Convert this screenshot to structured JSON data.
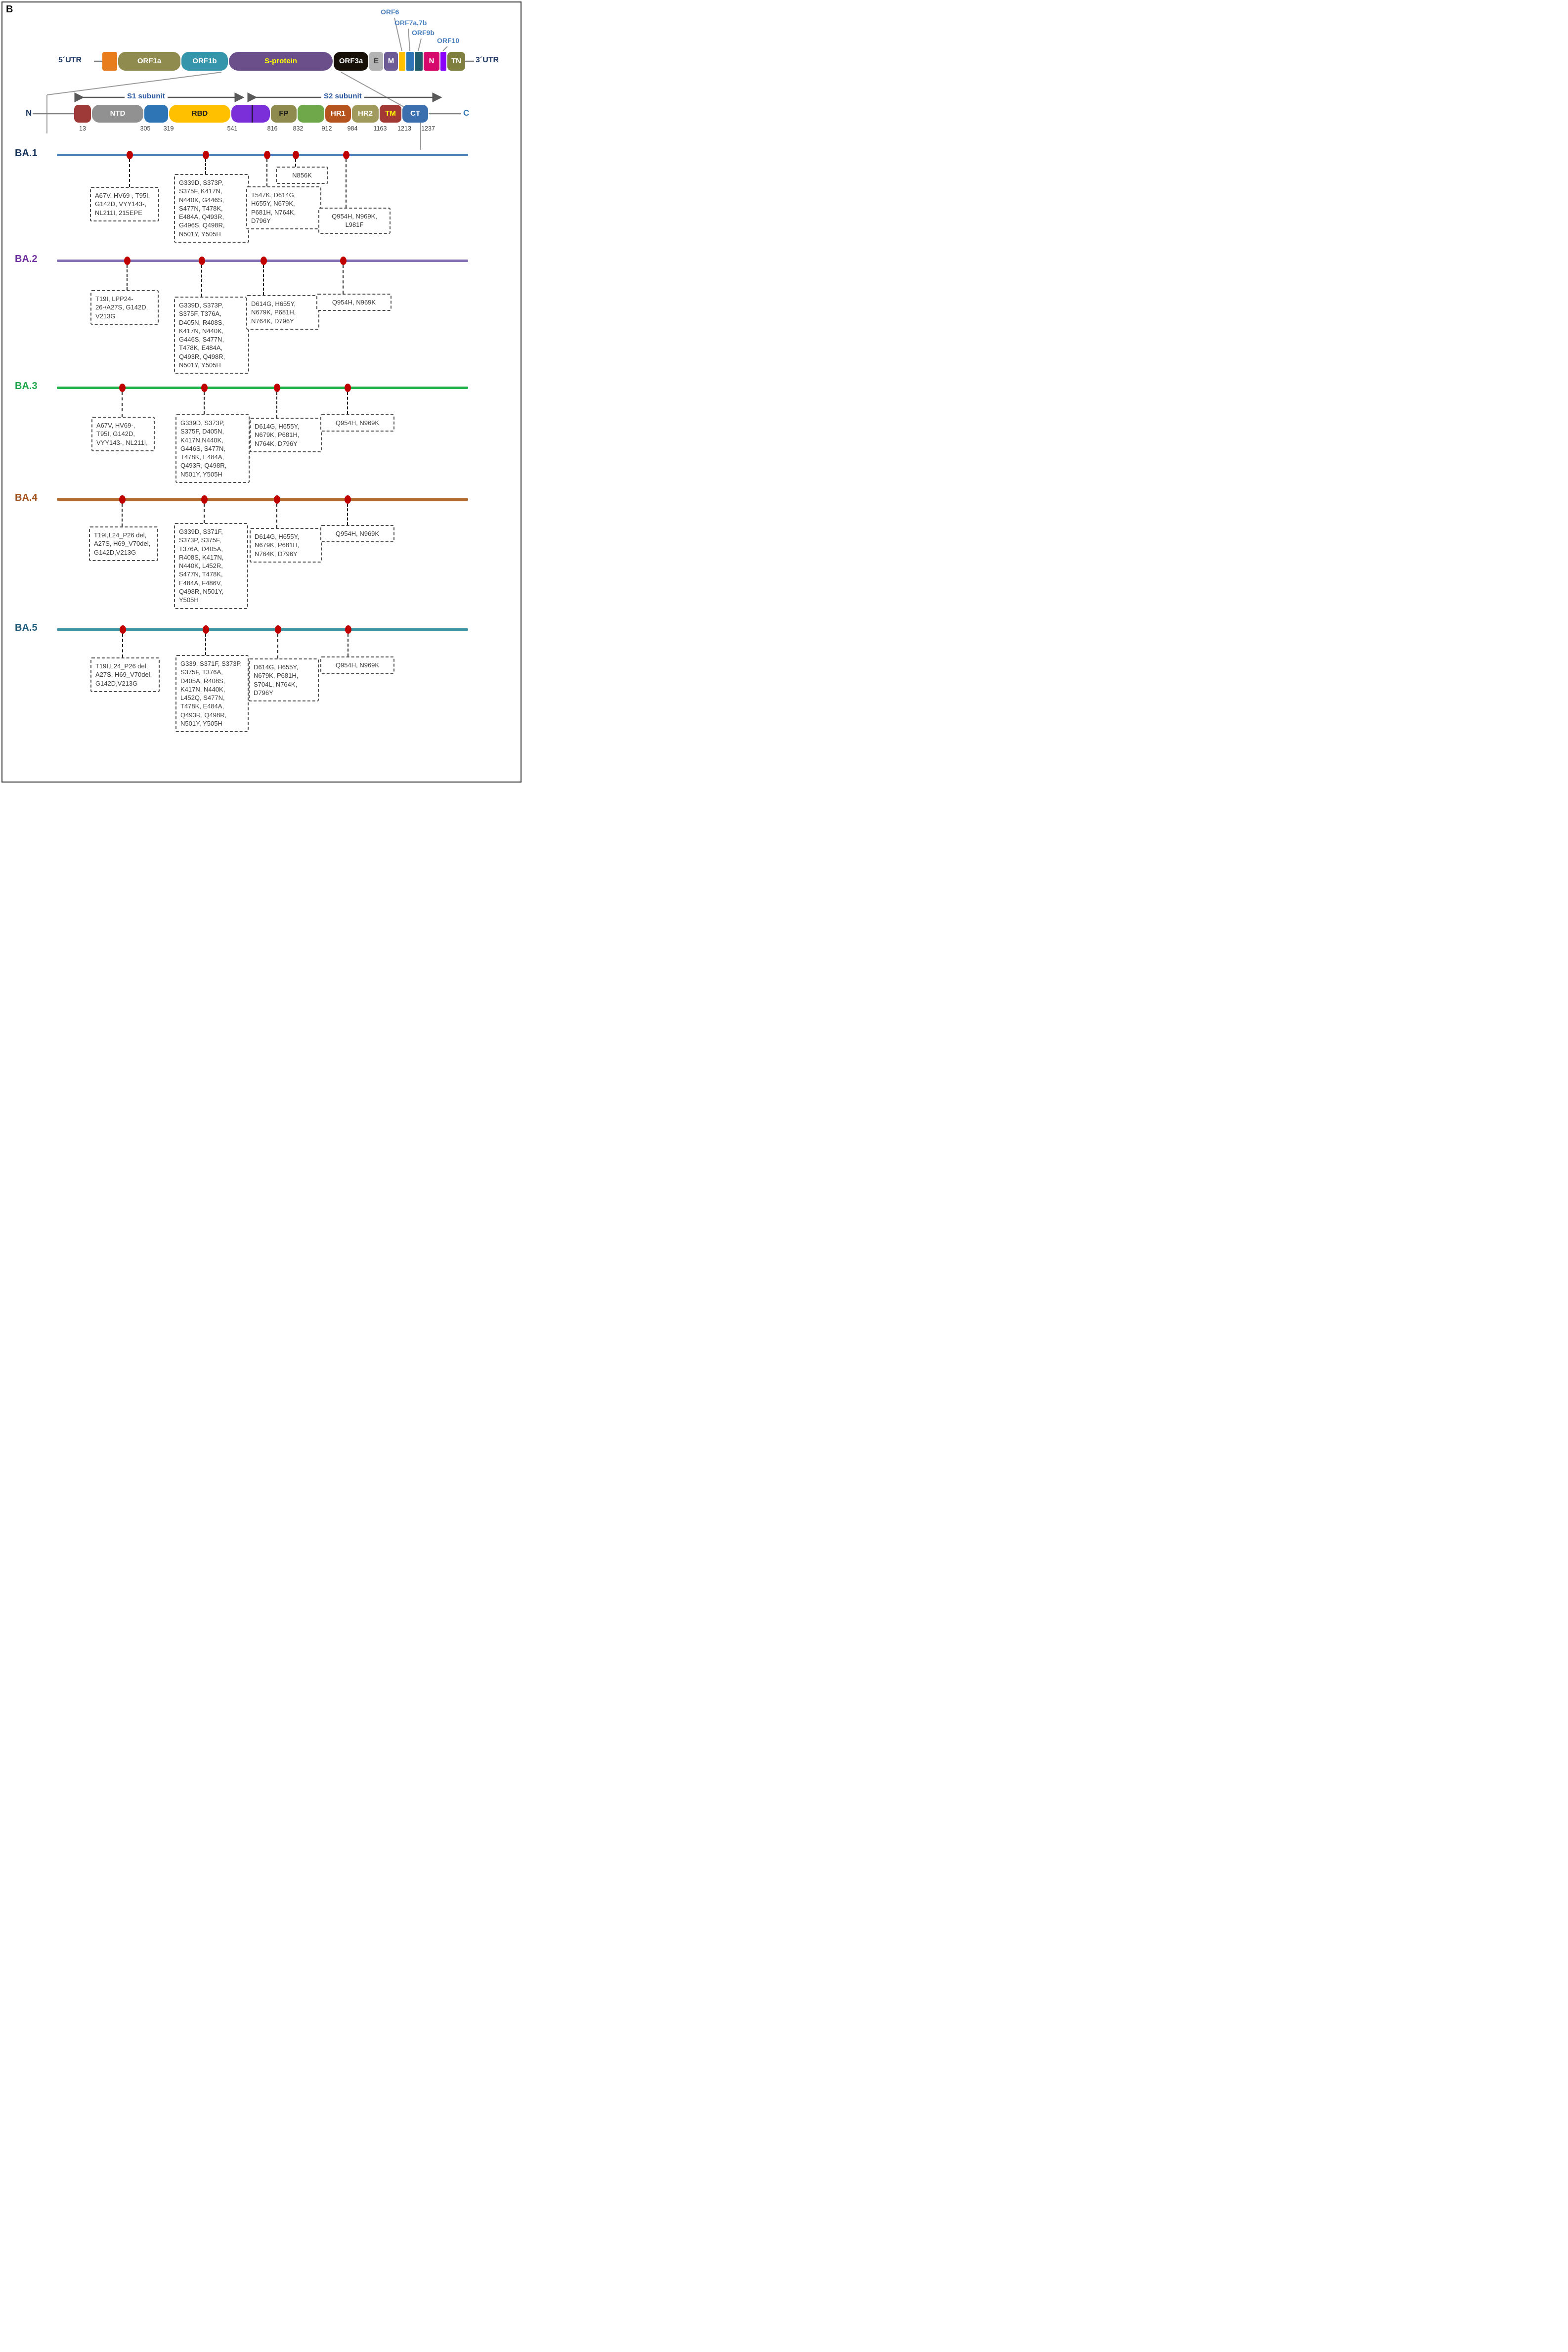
{
  "figure_label": "B",
  "colors": {
    "dot": "#c00000",
    "callout_label": "#4a7ebb",
    "subunit_label": "#2e5aa0",
    "utr_label": "#1f3864",
    "box_border": "#4d4d4d"
  },
  "genome": {
    "utr5": "5´UTR",
    "utr3": "3´UTR",
    "segments": [
      {
        "name": "leader",
        "label": "",
        "color": "#e87d1e"
      },
      {
        "name": "orf1a",
        "label": "ORF1a",
        "color": "#8f8a4e",
        "text_color": "#ffffff"
      },
      {
        "name": "orf1b",
        "label": "ORF1b",
        "color": "#3596ab",
        "text_color": "#ffffff"
      },
      {
        "name": "s-protein",
        "label": "S-protein",
        "color": "#6b4f8a",
        "text_color": "#ffff00"
      },
      {
        "name": "orf3a",
        "label": "ORF3a",
        "color": "#171009",
        "text_color": "#ffffff"
      },
      {
        "name": "e",
        "label": "E",
        "color": "#b3b3b3",
        "text_color": "#404040"
      },
      {
        "name": "m",
        "label": "M",
        "color": "#6d5b96",
        "text_color": "#ffffff"
      },
      {
        "name": "orf6-box",
        "label": "",
        "color": "#ffc000"
      },
      {
        "name": "orf7-box",
        "label": "",
        "color": "#2e75b6"
      },
      {
        "name": "orf9b-box",
        "label": "",
        "color": "#1f5c6d"
      },
      {
        "name": "n",
        "label": "N",
        "color": "#d6086b",
        "text_color": "#ffffff"
      },
      {
        "name": "orf10-box",
        "label": "",
        "color": "#8a00ff"
      },
      {
        "name": "tn",
        "label": "TN",
        "color": "#7f7f3f",
        "text_color": "#ffffff"
      }
    ],
    "callouts": [
      {
        "label": "ORF6"
      },
      {
        "label": "ORF7a,7b"
      },
      {
        "label": "ORF9b"
      },
      {
        "label": "ORF10"
      }
    ]
  },
  "spike": {
    "s1_label": "S1 subunit",
    "s2_label": "S2 subunit",
    "n_terminus": "N",
    "c_terminus": "C",
    "domains": [
      {
        "name": "signal",
        "label": "",
        "color": "#9e3a38"
      },
      {
        "name": "ntd",
        "label": "NTD",
        "color": "#919191",
        "text_color": "#ffffff"
      },
      {
        "name": "linker1",
        "label": "",
        "color": "#2e75b6"
      },
      {
        "name": "rbd",
        "label": "RBD",
        "color": "#ffc000",
        "text_color": "#1a1a1a"
      },
      {
        "name": "sd-cleavage",
        "label": "",
        "color": "#7b2fd9"
      },
      {
        "name": "fp",
        "label": "FP",
        "color": "#8f8a4e",
        "text_color": "#1a1a1a"
      },
      {
        "name": "linker2",
        "label": "",
        "color": "#6fa84a"
      },
      {
        "name": "hr1",
        "label": "HR1",
        "color": "#b5541e",
        "text_color": "#ffffff"
      },
      {
        "name": "hr2",
        "label": "HR2",
        "color": "#a09a5c",
        "text_color": "#ffffff"
      },
      {
        "name": "tm",
        "label": "TM",
        "color": "#a33934",
        "text_color": "#ffff00"
      },
      {
        "name": "ct",
        "label": "CT",
        "color": "#3b6fae",
        "text_color": "#ffffff"
      }
    ],
    "positions": [
      "13",
      "305",
      "319",
      "541",
      "816",
      "832",
      "912",
      "984",
      "1163",
      "1213",
      "1237"
    ]
  },
  "variants": [
    {
      "name": "BA.1",
      "label_color": "#17365d",
      "line_color": "#4a7ebb",
      "boxes": [
        {
          "text": "A67V, HV69-, T95I, G142D, VYY143-, NL211I, 215EPE"
        },
        {
          "text": "G339D, S373P, S375F, K417N, N440K, G446S, S477N, T478K, E484A, Q493R, G496S, Q498R, N501Y, Y505H"
        },
        {
          "text": "T547K, D614G, H655Y, N679K, P681H, N764K, D796Y"
        },
        {
          "text": "N856K"
        },
        {
          "text": "Q954H, N969K, L981F"
        }
      ]
    },
    {
      "name": "BA.2",
      "label_color": "#7030a0",
      "line_color": "#8471b5",
      "boxes": [
        {
          "text": "T19I, LPP24-26-/A27S, G142D, V213G"
        },
        {
          "text": "G339D, S373P, S375F, T376A, D405N, R408S, K417N, N440K, G446S, S477N, T478K, E484A, Q493R, Q498R, N501Y, Y505H"
        },
        {
          "text": "D614G, H655Y, N679K, P681H, N764K, D796Y"
        },
        {
          "text": "Q954H, N969K"
        }
      ]
    },
    {
      "name": "BA.3",
      "label_color": "#1da74a",
      "line_color": "#22b14c",
      "boxes": [
        {
          "text": "A67V, HV69-, T95I, G142D, VYY143-, NL211I,"
        },
        {
          "text": "G339D, S373P, S375F, D405N, K417N,N440K, G446S, S477N, T478K, E484A, Q493R, Q498R, N501Y, Y505H"
        },
        {
          "text": "D614G, H655Y, N679K, P681H, N764K, D796Y"
        },
        {
          "text": "Q954H, N969K"
        }
      ]
    },
    {
      "name": "BA.4",
      "label_color": "#a4541f",
      "line_color": "#b06a2d",
      "boxes": [
        {
          "text": "T19I,L24_P26 del, A27S, H69_V70del, G142D,V213G"
        },
        {
          "text": "G339D, S371F, S373P, S375F, T376A, D405A, R408S, K417N, N440K, L452R, S477N, T478K, E484A, F486V, Q498R, N501Y, Y505H"
        },
        {
          "text": "D614G, H655Y, N679K, P681H, N764K, D796Y"
        },
        {
          "text": "Q954H, N969K"
        }
      ]
    },
    {
      "name": "BA.5",
      "label_color": "#1f5d7a",
      "line_color": "#3e93a8",
      "boxes": [
        {
          "text": "T19I,L24_P26 del, A27S, H69_V70del, G142D,V213G"
        },
        {
          "text": "G339, S371F, S373P, S375F, T376A, D405A, R408S, K417N, N440K, L452Q, S477N, T478K, E484A, Q493R, Q498R, N501Y, Y505H"
        },
        {
          "text": "D614G, H655Y, N679K, P681H, S704L, N764K, D796Y"
        },
        {
          "text": "Q954H, N969K"
        }
      ]
    }
  ]
}
